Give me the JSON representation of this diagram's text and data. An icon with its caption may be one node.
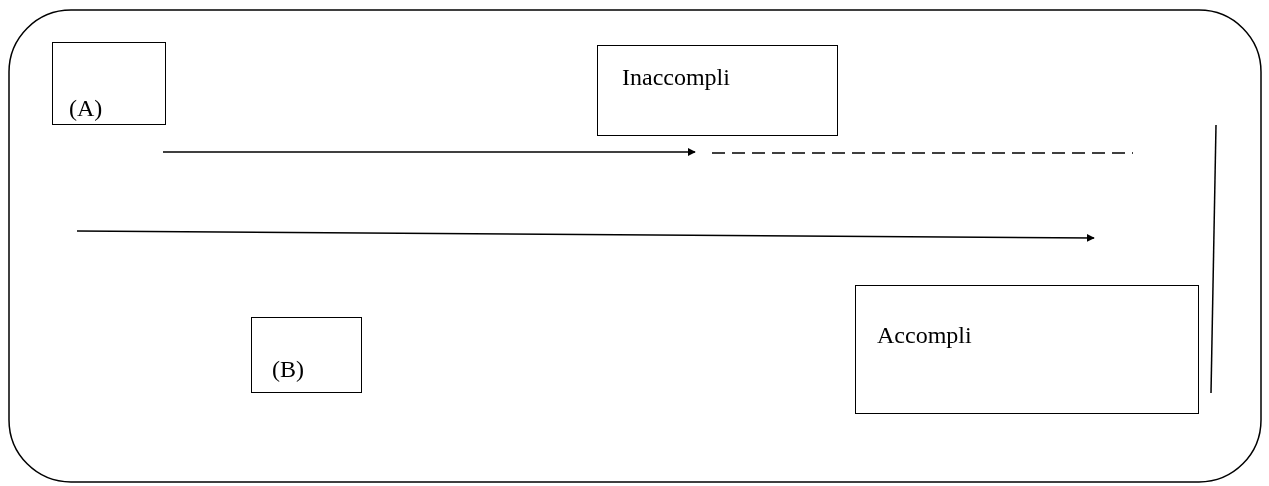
{
  "diagram": {
    "nodes": [
      {
        "text": [
          "(A)"
        ]
      },
      {
        "text": [
          "Inaccompli"
        ]
      },
      {
        "text": [
          "(B)"
        ]
      },
      {
        "text": [
          "Accompli"
        ]
      }
    ]
  }
}
